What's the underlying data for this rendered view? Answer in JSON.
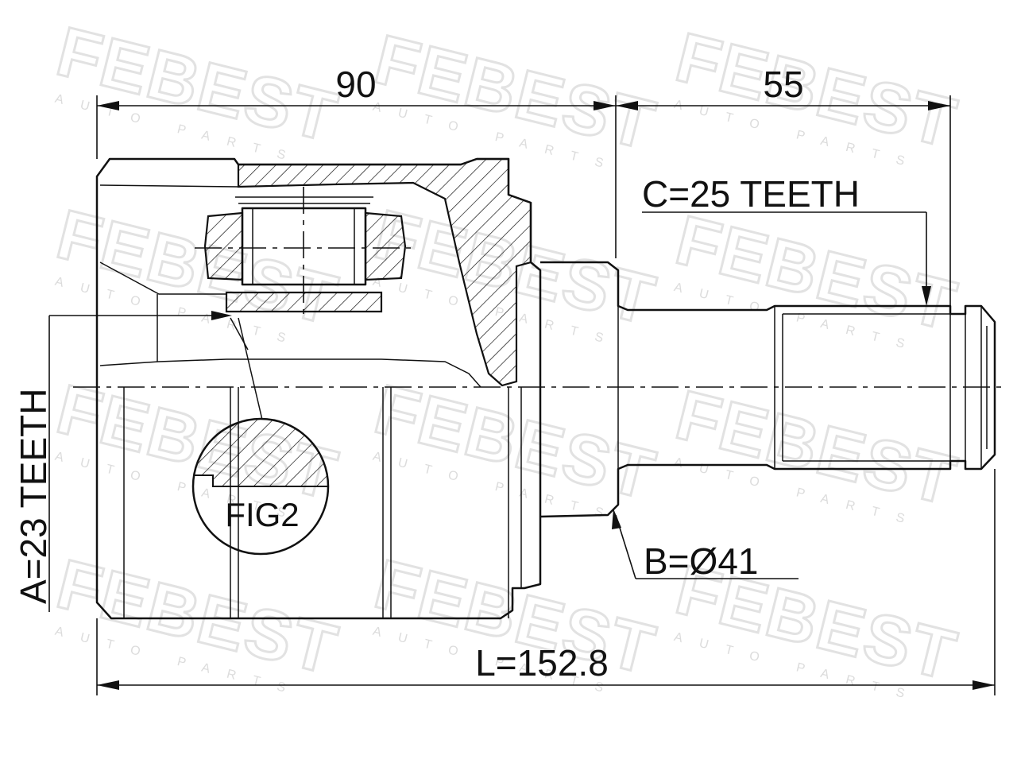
{
  "watermark": {
    "brand": "FEBEST",
    "sub": "AUTO PARTS"
  },
  "dimensions": {
    "housing_length": "90",
    "stub_length": "55",
    "total_length": "L=152.8",
    "outer_spline": "C=25 TEETH",
    "inner_spline": "A=23 TEETH",
    "seal_diameter": "B=Ø41"
  },
  "detail": {
    "fig_label": "FIG2"
  }
}
